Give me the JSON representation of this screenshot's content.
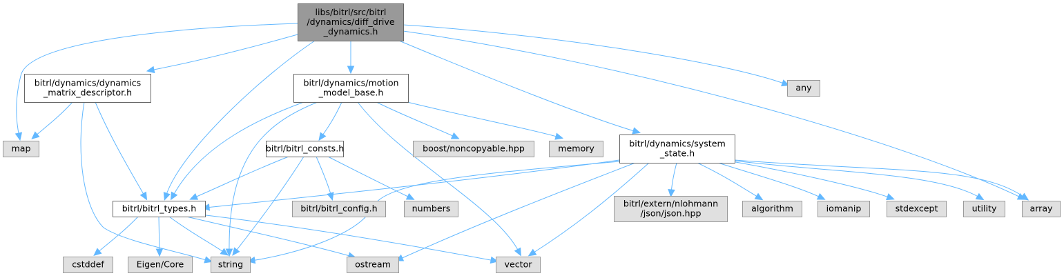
{
  "graph": {
    "title": "Include dependency graph",
    "edge_color": "#63b8ff",
    "nodes": [
      {
        "id": "root",
        "kind": "root",
        "lines": [
          "libs/bitrl/src/bitrl",
          "/dynamics/diff_drive",
          "_dynamics.h"
        ]
      },
      {
        "id": "dmd",
        "kind": "documented",
        "lines": [
          "bitrl/dynamics/dynamics",
          "_matrix_descriptor.h"
        ]
      },
      {
        "id": "mmb",
        "kind": "documented",
        "lines": [
          "bitrl/dynamics/motion",
          "_model_base.h"
        ]
      },
      {
        "id": "sys",
        "kind": "documented",
        "lines": [
          "bitrl/dynamics/system",
          "_state.h"
        ]
      },
      {
        "id": "consts",
        "kind": "documented",
        "lines": [
          "bitrl/bitrl_consts.h"
        ]
      },
      {
        "id": "types",
        "kind": "documented",
        "lines": [
          "bitrl/bitrl_types.h"
        ]
      },
      {
        "id": "any",
        "kind": "external",
        "lines": [
          "any"
        ]
      },
      {
        "id": "map",
        "kind": "external",
        "lines": [
          "map"
        ]
      },
      {
        "id": "noncopy",
        "kind": "external",
        "lines": [
          "boost/noncopyable.hpp"
        ]
      },
      {
        "id": "memory",
        "kind": "external",
        "lines": [
          "memory"
        ]
      },
      {
        "id": "config",
        "kind": "external",
        "lines": [
          "bitrl/bitrl_config.h"
        ]
      },
      {
        "id": "numbers",
        "kind": "external",
        "lines": [
          "numbers"
        ]
      },
      {
        "id": "json",
        "kind": "external",
        "lines": [
          "bitrl/extern/nlohmann",
          "/json/json.hpp"
        ]
      },
      {
        "id": "algorithm",
        "kind": "external",
        "lines": [
          "algorithm"
        ]
      },
      {
        "id": "iomanip",
        "kind": "external",
        "lines": [
          "iomanip"
        ]
      },
      {
        "id": "stdexcept",
        "kind": "external",
        "lines": [
          "stdexcept"
        ]
      },
      {
        "id": "utility",
        "kind": "external",
        "lines": [
          "utility"
        ]
      },
      {
        "id": "array",
        "kind": "external",
        "lines": [
          "array"
        ]
      },
      {
        "id": "cstddef",
        "kind": "external",
        "lines": [
          "cstddef"
        ]
      },
      {
        "id": "eigen",
        "kind": "external",
        "lines": [
          "Eigen/Core"
        ]
      },
      {
        "id": "string",
        "kind": "external",
        "lines": [
          "string"
        ]
      },
      {
        "id": "ostream",
        "kind": "external",
        "lines": [
          "ostream"
        ]
      },
      {
        "id": "vector",
        "kind": "external",
        "lines": [
          "vector"
        ]
      }
    ],
    "edges": [
      [
        "root",
        "map"
      ],
      [
        "root",
        "dmd"
      ],
      [
        "root",
        "types"
      ],
      [
        "root",
        "mmb"
      ],
      [
        "root",
        "sys"
      ],
      [
        "root",
        "any"
      ],
      [
        "root",
        "array"
      ],
      [
        "dmd",
        "map"
      ],
      [
        "dmd",
        "types"
      ],
      [
        "dmd",
        "string"
      ],
      [
        "mmb",
        "types"
      ],
      [
        "mmb",
        "string"
      ],
      [
        "mmb",
        "consts"
      ],
      [
        "mmb",
        "vector"
      ],
      [
        "mmb",
        "noncopy"
      ],
      [
        "mmb",
        "memory"
      ],
      [
        "consts",
        "types"
      ],
      [
        "consts",
        "string"
      ],
      [
        "consts",
        "config"
      ],
      [
        "consts",
        "numbers"
      ],
      [
        "sys",
        "types"
      ],
      [
        "sys",
        "string"
      ],
      [
        "sys",
        "ostream"
      ],
      [
        "sys",
        "vector"
      ],
      [
        "sys",
        "json"
      ],
      [
        "sys",
        "algorithm"
      ],
      [
        "sys",
        "iomanip"
      ],
      [
        "sys",
        "stdexcept"
      ],
      [
        "sys",
        "utility"
      ],
      [
        "sys",
        "array"
      ],
      [
        "types",
        "cstddef"
      ],
      [
        "types",
        "eigen"
      ],
      [
        "types",
        "string"
      ],
      [
        "types",
        "ostream"
      ],
      [
        "types",
        "vector"
      ]
    ]
  }
}
